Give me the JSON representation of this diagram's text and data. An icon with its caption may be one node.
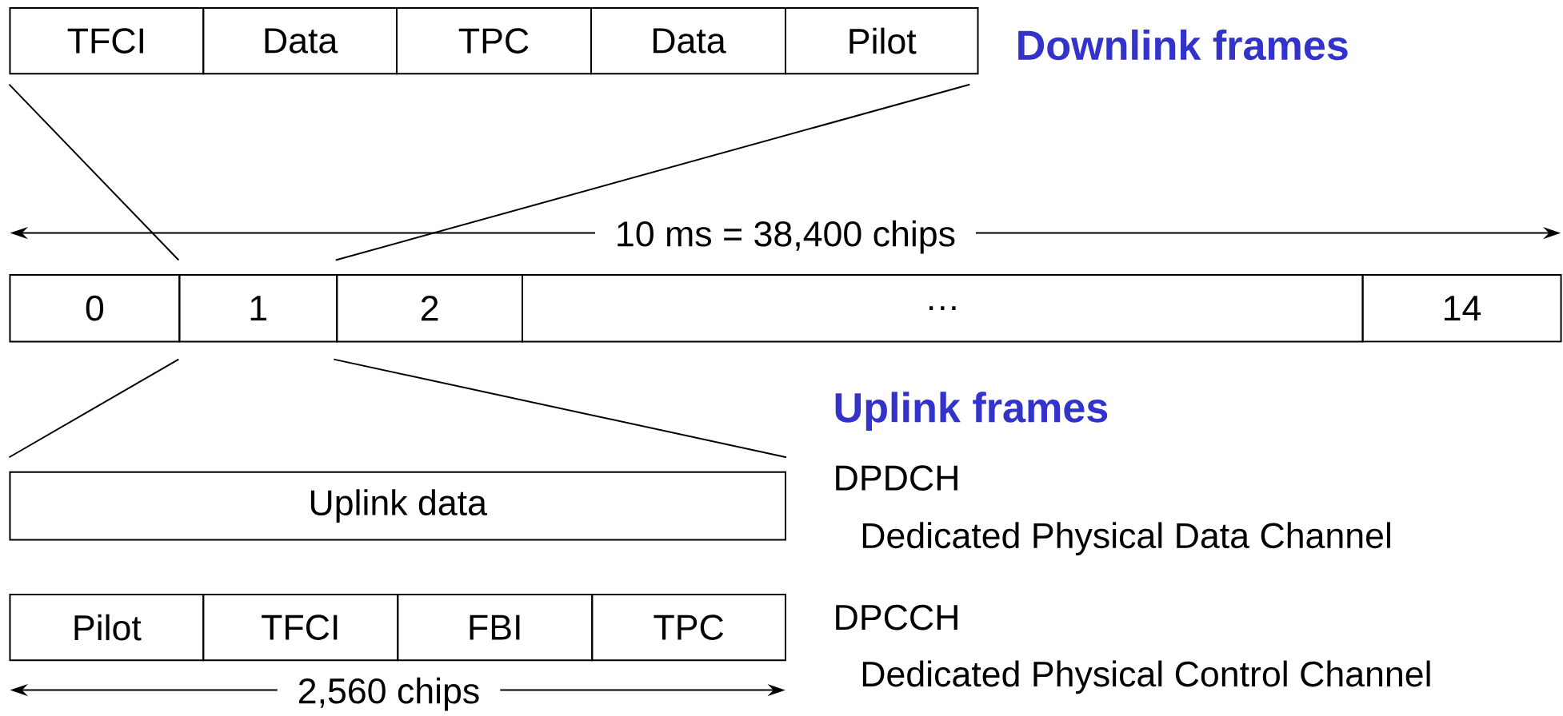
{
  "diagram": {
    "nodes": [
      {
        "text": [
          "TFCI"
        ]
      },
      {
        "text": [
          "Data"
        ]
      },
      {
        "text": [
          "TPC"
        ]
      },
      {
        "text": [
          "Data"
        ]
      },
      {
        "text": [
          "Pilot"
        ]
      },
      {
        "text": [
          "0"
        ]
      },
      {
        "text": [
          "1"
        ]
      },
      {
        "text": [
          "2"
        ]
      },
      {
        "text": [
          "…"
        ]
      },
      {
        "text": [
          "14"
        ]
      },
      {
        "text": [
          "Uplink data"
        ]
      },
      {
        "text": [
          "Pilot"
        ]
      },
      {
        "text": [
          "TFCI"
        ]
      },
      {
        "text": [
          "FBI"
        ]
      },
      {
        "text": [
          "TPC"
        ]
      }
    ],
    "edges": [
      {
        "from": 6,
        "to": 0,
        "arrow": "none"
      },
      {
        "from": 6,
        "to": 4,
        "arrow": "none"
      },
      {
        "from": 6,
        "to": 10,
        "arrow": "none"
      },
      {
        "from": 6,
        "to": 10,
        "arrow": "none"
      }
    ],
    "labels": [
      "Downlink frames",
      "10 ms = 38,400 chips",
      "Uplink frames",
      "DPDCH",
      "Dedicated Physical Data Channel",
      "DPCCH",
      "Dedicated Physical Control Channel",
      "2,560 chips"
    ]
  }
}
